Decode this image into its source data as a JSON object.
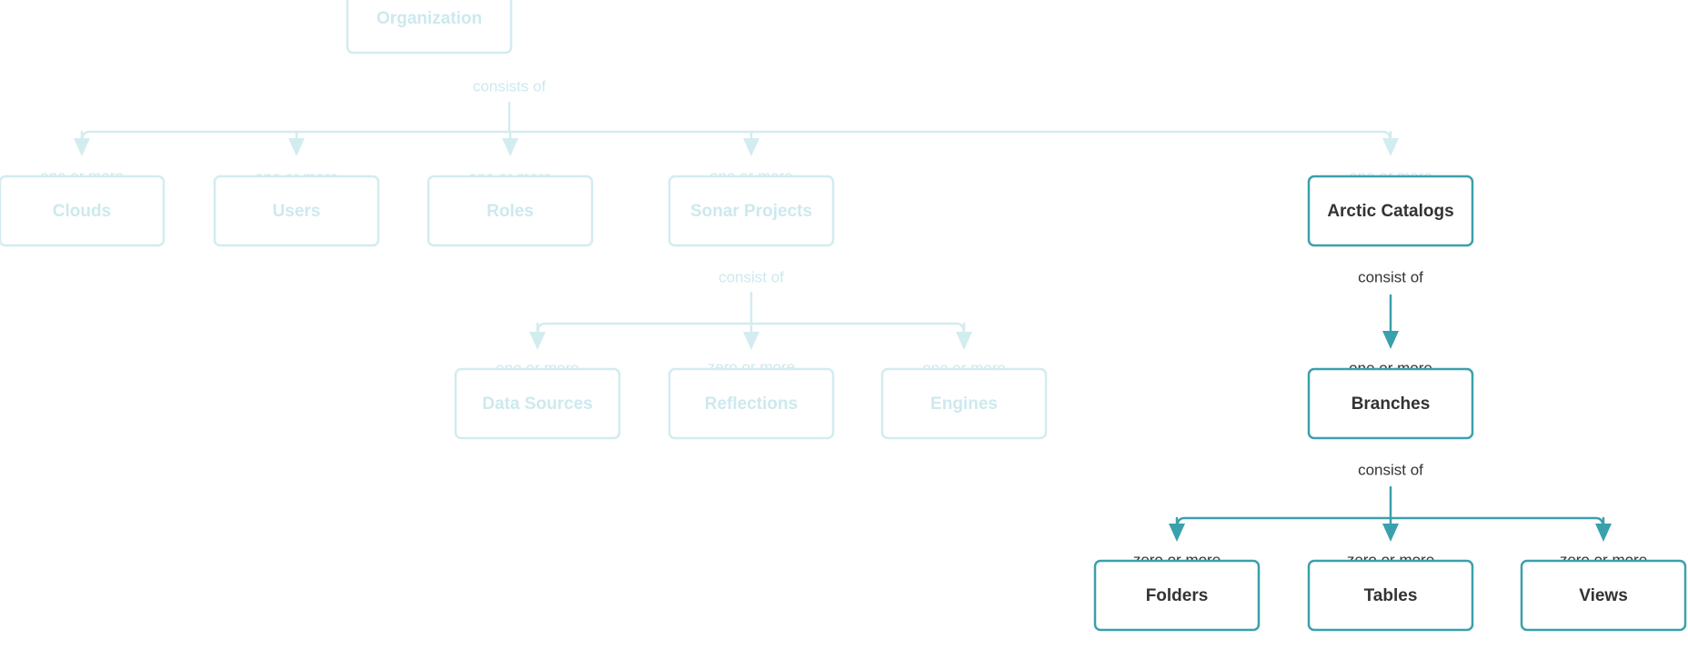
{
  "colors": {
    "highlight_stroke": "#3aa0ac",
    "highlight_text": "#333333",
    "faded_stroke": "#d3ecf0",
    "faded_text": "#cde9ee"
  },
  "nodes": {
    "organization": {
      "label": "Organization",
      "highlighted": false
    },
    "clouds": {
      "label": "Clouds",
      "highlighted": false
    },
    "users": {
      "label": "Users",
      "highlighted": false
    },
    "roles": {
      "label": "Roles",
      "highlighted": false
    },
    "sonar_projects": {
      "label": "Sonar Projects",
      "highlighted": false
    },
    "arctic_catalogs": {
      "label": "Arctic Catalogs",
      "highlighted": true
    },
    "data_sources": {
      "label": "Data Sources",
      "highlighted": false
    },
    "reflections": {
      "label": "Reflections",
      "highlighted": false
    },
    "engines": {
      "label": "Engines",
      "highlighted": false
    },
    "branches": {
      "label": "Branches",
      "highlighted": true
    },
    "folders": {
      "label": "Folders",
      "highlighted": true
    },
    "tables": {
      "label": "Tables",
      "highlighted": true
    },
    "views": {
      "label": "Views",
      "highlighted": true
    }
  },
  "edge_labels": {
    "organization_relation": {
      "text": "consists of",
      "highlighted": false
    },
    "clouds_card": {
      "text": "one or more",
      "highlighted": false
    },
    "users_card": {
      "text": "one or more",
      "highlighted": false
    },
    "roles_card": {
      "text": "one or more",
      "highlighted": false
    },
    "sonar_card": {
      "text": "one or more",
      "highlighted": false
    },
    "arctic_card": {
      "text": "one or more",
      "highlighted": false
    },
    "sonar_relation": {
      "text": "consist of",
      "highlighted": false
    },
    "data_sources_card": {
      "text": "one or more",
      "highlighted": false
    },
    "reflections_card": {
      "text": "zero or more",
      "highlighted": false
    },
    "engines_card": {
      "text": "one or more",
      "highlighted": false
    },
    "arctic_relation": {
      "text": "consist of",
      "highlighted": true
    },
    "branches_card": {
      "text": "one or more",
      "highlighted": true
    },
    "branches_relation": {
      "text": "consist of",
      "highlighted": true
    },
    "folders_card": {
      "text": "zero or more",
      "highlighted": true
    },
    "tables_card": {
      "text": "zero or more",
      "highlighted": true
    },
    "views_card": {
      "text": "zero or more",
      "highlighted": true
    }
  }
}
